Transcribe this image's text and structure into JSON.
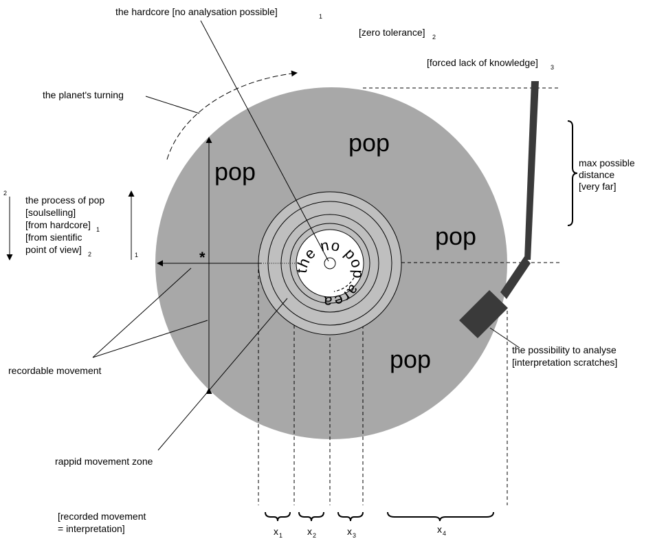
{
  "labels": {
    "hardcore": "the hardcore [no analysation possible]",
    "hardcore_sub": "1",
    "zero_tolerance": "[zero tolerance]",
    "zero_tolerance_sub": "2",
    "forced_lack": "[forced lack of knowledge]",
    "forced_lack_sub": "3",
    "planet_turning": "the planet's turning",
    "max_distance": [
      "max possible",
      "distance",
      "[very far]"
    ],
    "process": {
      "line1": "the process of pop",
      "line2": "[soulselling]",
      "line3": "[from hardcore]",
      "line3_sub": "1",
      "line4": "[from sientific",
      "line5": "point of view]",
      "line5_sub": "2"
    },
    "arrow_top_num": "2",
    "arrow_bottom_num": "1",
    "asterisk": "*",
    "recordable_movement": "recordable movement",
    "rappid_zone": "rappid movement zone",
    "possibility": [
      "the possibility to analyse",
      "[interpretation scratches]"
    ],
    "recorded_movement": [
      "[recorded movement",
      "= interpretation]"
    ],
    "ring_text": "the no pop area",
    "pop_words": [
      "pop",
      "pop",
      "pop",
      "pop"
    ]
  },
  "bottom_markers": [
    {
      "base": "x",
      "sub": "1"
    },
    {
      "base": "x",
      "sub": "2"
    },
    {
      "base": "x",
      "sub": "3"
    },
    {
      "base": "x",
      "sub": "4"
    }
  ],
  "colors": {
    "disc": "#a8a8a8",
    "inner_ring": "#bfbfbf",
    "center": "#ffffff",
    "tonearm": "#3a3a3a",
    "line": "#000000"
  }
}
